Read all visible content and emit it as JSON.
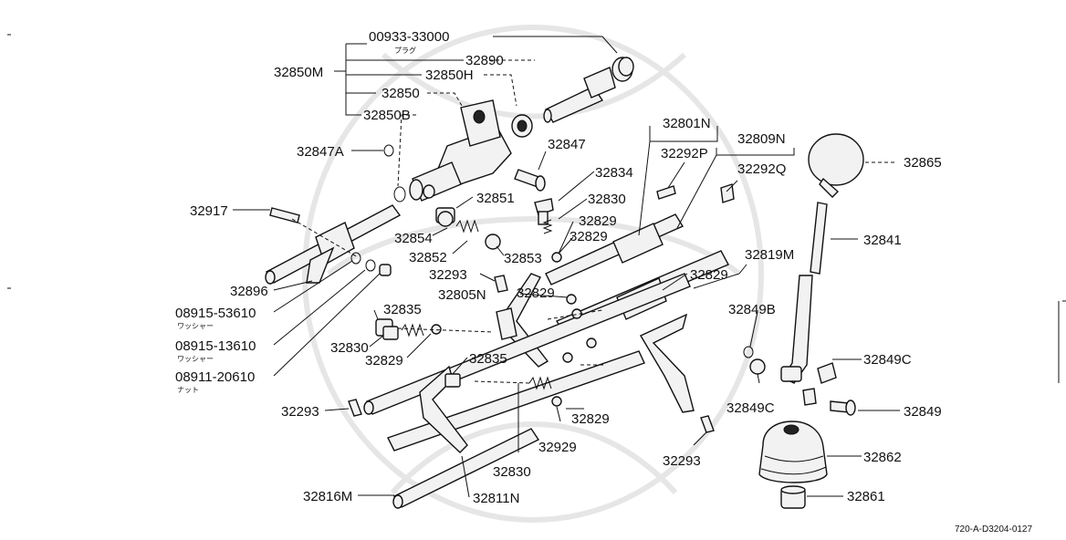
{
  "diagram": {
    "reference": "720-A-D3204-0127",
    "labels": {
      "l00933": "00933-33000",
      "l00933_note": "プラグ",
      "l32890": "32890",
      "l32850M": "32850M",
      "l32850H": "32850H",
      "l32850": "32850",
      "l32850B": "32850B",
      "l32847A": "32847A",
      "l32847": "32847",
      "l32834": "32834",
      "l32851": "32851",
      "l32830a": "32830",
      "l32917": "32917",
      "l32854": "32854",
      "l32852": "32852",
      "l32853": "32853",
      "l32829a": "32829",
      "l32829b": "32829",
      "l32801N": "32801N",
      "l32292P": "32292P",
      "l32809N": "32809N",
      "l32292Q": "32292Q",
      "l32865": "32865",
      "l32841": "32841",
      "l32819M": "32819M",
      "l32829c": "32829",
      "l32293a": "32293",
      "l32805N": "32805N",
      "l32829d": "32829",
      "l32896": "32896",
      "l08915_53610": "08915-53610",
      "l08915_53610_note": "ワッシャー",
      "l32835a": "32835",
      "l32830b": "32830",
      "l08915_13610": "08915-13610",
      "l08915_13610_note": "ワッシャー",
      "l32829e": "32829",
      "l32835b": "32835",
      "l08911_20610": "08911-20610",
      "l08911_20610_note": "ナット",
      "l32849B": "32849B",
      "l32849C_a": "32849C",
      "l32849C_b": "32849C",
      "l32849": "32849",
      "l32293b": "32293",
      "l32829f": "32829",
      "l32929": "32929",
      "l32830c": "32830",
      "l32293c": "32293",
      "l32862": "32862",
      "l32816M": "32816M",
      "l32811N": "32811N",
      "l32861": "32861"
    }
  }
}
